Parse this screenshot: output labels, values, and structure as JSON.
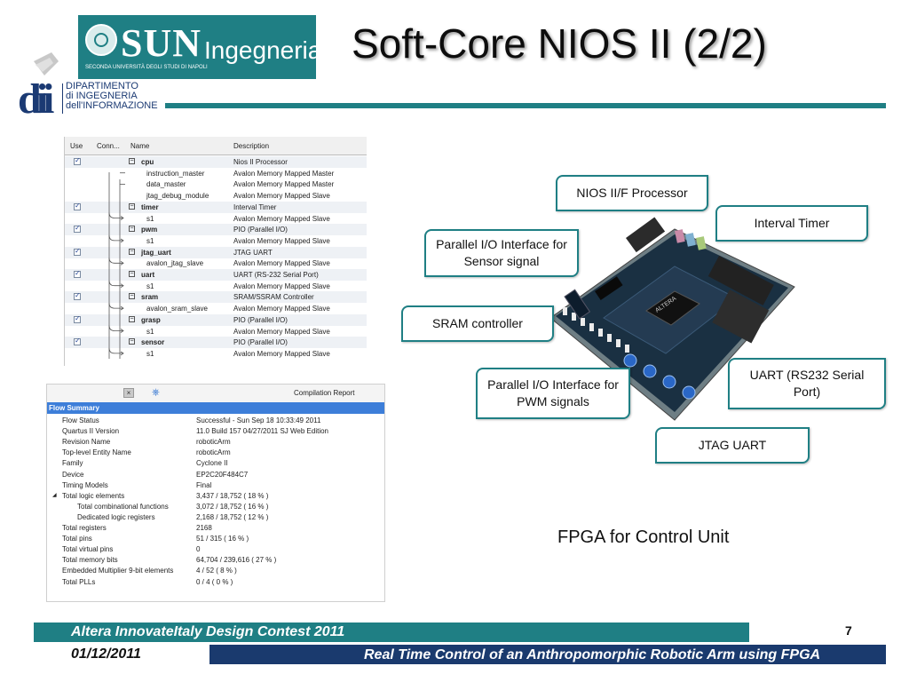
{
  "header": {
    "title": "Soft-Core NIOS II (2/2)",
    "sun_logo": {
      "word": "SUN",
      "ingegneria": "Ingegneria",
      "subtitle": "SECONDA UNIVERSITÀ DEGLI STUDI DI NAPOLI"
    },
    "dii_logo": {
      "mark": "dii",
      "lines": [
        "DIPARTIMENTO",
        "di INGEGNERIA",
        "dell'INFORMAZIONE"
      ]
    },
    "accent_color": "#1f7f84"
  },
  "component_table": {
    "columns": [
      "Use",
      "Conn...",
      "Name",
      "Description"
    ],
    "rows": [
      {
        "use": true,
        "name": "cpu",
        "bold": true,
        "description": "Nios II Processor"
      },
      {
        "use": false,
        "name": "instruction_master",
        "bold": false,
        "description": "Avalon Memory Mapped Master"
      },
      {
        "use": false,
        "name": "data_master",
        "bold": false,
        "description": "Avalon Memory Mapped Master"
      },
      {
        "use": false,
        "name": "jtag_debug_module",
        "bold": false,
        "description": "Avalon Memory Mapped Slave"
      },
      {
        "use": true,
        "name": "timer",
        "bold": true,
        "description": "Interval Timer"
      },
      {
        "use": false,
        "name": "s1",
        "bold": false,
        "description": "Avalon Memory Mapped Slave"
      },
      {
        "use": true,
        "name": "pwm",
        "bold": true,
        "description": "PIO (Parallel I/O)"
      },
      {
        "use": false,
        "name": "s1",
        "bold": false,
        "description": "Avalon Memory Mapped Slave"
      },
      {
        "use": true,
        "name": "jtag_uart",
        "bold": true,
        "description": "JTAG UART"
      },
      {
        "use": false,
        "name": "avalon_jtag_slave",
        "bold": false,
        "description": "Avalon Memory Mapped Slave"
      },
      {
        "use": true,
        "name": "uart",
        "bold": true,
        "description": "UART (RS-232 Serial Port)"
      },
      {
        "use": false,
        "name": "s1",
        "bold": false,
        "description": "Avalon Memory Mapped Slave"
      },
      {
        "use": true,
        "name": "sram",
        "bold": true,
        "description": "SRAM/SSRAM Controller"
      },
      {
        "use": false,
        "name": "avalon_sram_slave",
        "bold": false,
        "description": "Avalon Memory Mapped Slave"
      },
      {
        "use": true,
        "name": "grasp",
        "bold": true,
        "description": "PIO (Parallel I/O)"
      },
      {
        "use": false,
        "name": "s1",
        "bold": false,
        "description": "Avalon Memory Mapped Slave"
      },
      {
        "use": true,
        "name": "sensor",
        "bold": true,
        "description": "PIO (Parallel I/O)"
      },
      {
        "use": false,
        "name": "s1",
        "bold": false,
        "description": "Avalon Memory Mapped Slave"
      }
    ]
  },
  "flow_summary": {
    "close_label": "×",
    "tab_label": "Compilation Report",
    "header": "Flow Summary",
    "rows": [
      {
        "label": "Flow Status",
        "value": "Successful - Sun Sep 18 10:33:49 2011",
        "indent": 0
      },
      {
        "label": "Quartus II Version",
        "value": "11.0 Build 157 04/27/2011 SJ Web Edition",
        "indent": 0
      },
      {
        "label": "Revision Name",
        "value": "roboticArm",
        "indent": 0
      },
      {
        "label": "Top-level Entity Name",
        "value": "roboticArm",
        "indent": 0
      },
      {
        "label": "Family",
        "value": "Cyclone II",
        "indent": 0
      },
      {
        "label": "Device",
        "value": "EP2C20F484C7",
        "indent": 0
      },
      {
        "label": "Timing Models",
        "value": "Final",
        "indent": 0
      },
      {
        "label": "Total logic elements",
        "value": "3,437 / 18,752 ( 18 % )",
        "indent": 0,
        "expander": true
      },
      {
        "label": "Total combinational functions",
        "value": "3,072 / 18,752 ( 16 % )",
        "indent": 1
      },
      {
        "label": "Dedicated logic registers",
        "value": "2,168 / 18,752 ( 12 % )",
        "indent": 1
      },
      {
        "label": "Total registers",
        "value": "2168",
        "indent": 0
      },
      {
        "label": "Total pins",
        "value": "51 / 315 ( 16 % )",
        "indent": 0
      },
      {
        "label": "Total virtual pins",
        "value": "0",
        "indent": 0
      },
      {
        "label": "Total memory bits",
        "value": "64,704 / 239,616 ( 27 % )",
        "indent": 0
      },
      {
        "label": "Embedded Multiplier 9-bit elements",
        "value": "4 / 52 ( 8 % )",
        "indent": 0
      },
      {
        "label": "Total PLLs",
        "value": "0 / 4 ( 0 % )",
        "indent": 0
      }
    ]
  },
  "board": {
    "brand_text": "ALTERA",
    "callouts": {
      "nios": "NIOS II/F Processor",
      "timer": "Interval Timer",
      "sensor": "Parallel I/O Interface for Sensor signal",
      "sram": "SRAM controller",
      "pwm": "Parallel I/O Interface for PWM signals",
      "uart": "UART (RS232 Serial Port)",
      "jtag": "JTAG UART"
    },
    "caption": "FPGA for Control Unit"
  },
  "footer": {
    "contest": "Altera InnovateItaly Design Contest 2011",
    "page": "7",
    "date": "01/12/2011",
    "project": "Real Time Control of an Anthropomorphic Robotic Arm using FPGA"
  }
}
